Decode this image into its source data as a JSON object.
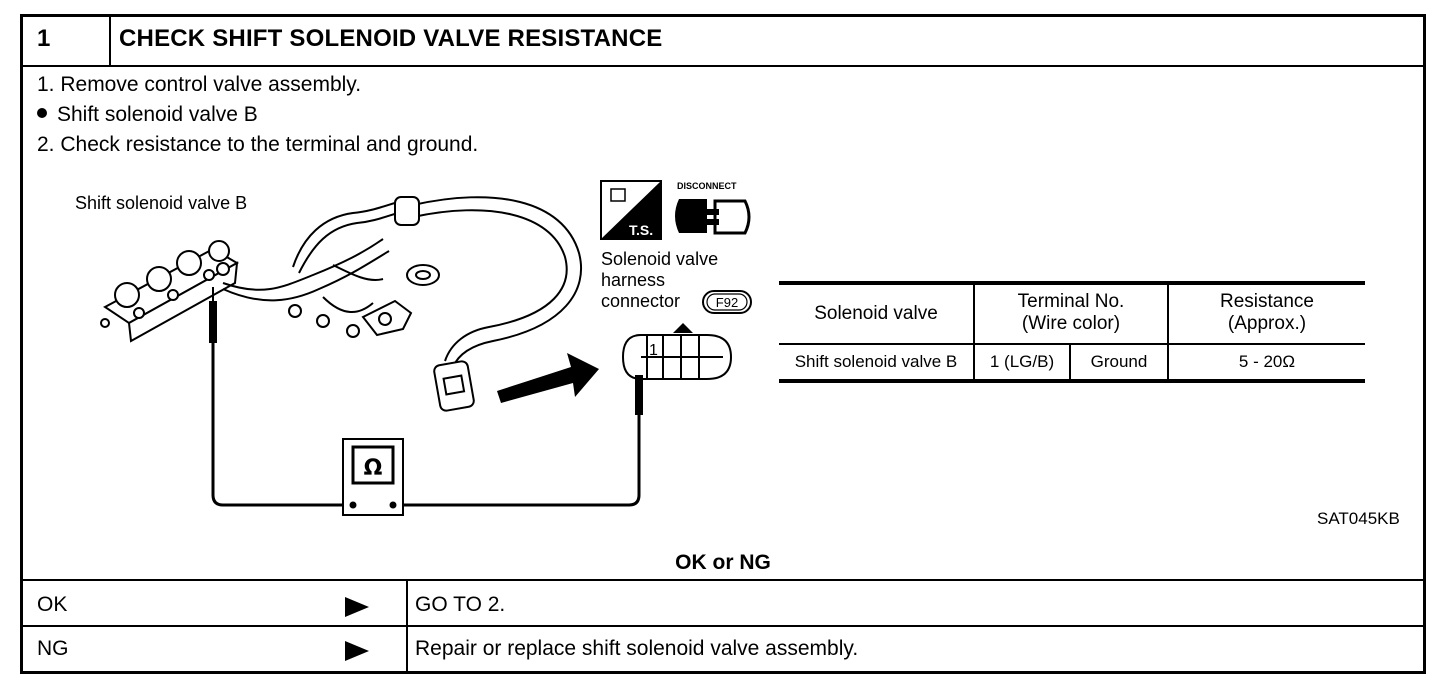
{
  "header": {
    "step_number": "1",
    "title": "CHECK SHIFT SOLENOID VALVE RESISTANCE"
  },
  "instructions": {
    "line1": "1.  Remove control valve assembly.",
    "line2": "Shift solenoid valve B",
    "line3": "2.  Check resistance to the terminal and ground."
  },
  "diagram": {
    "component_label": "Shift solenoid valve B",
    "ts_label": "T.S.",
    "disconnect_label": "DISCONNECT",
    "connector_label_line1": "Solenoid valve",
    "connector_label_line2": "harness",
    "connector_label_line3": "connector",
    "connector_code": "F92",
    "terminal_pin": "1",
    "meter_symbol": "Ω",
    "figure_id": "SAT045KB"
  },
  "table": {
    "headers": {
      "col1": "Solenoid valve",
      "col2_line1": "Terminal No.",
      "col2_line2": "(Wire color)",
      "col3_line1": "Resistance",
      "col3_line2": "(Approx.)"
    },
    "row": {
      "valve": "Shift solenoid valve B",
      "terminal": "1 (LG/B)",
      "ground": "Ground",
      "resistance": "5 - 20Ω"
    }
  },
  "decision": {
    "prompt": "OK or NG",
    "ok_label": "OK",
    "ok_action": "GO TO 2.",
    "ng_label": "NG",
    "ng_action": "Repair or replace shift solenoid valve assembly."
  }
}
